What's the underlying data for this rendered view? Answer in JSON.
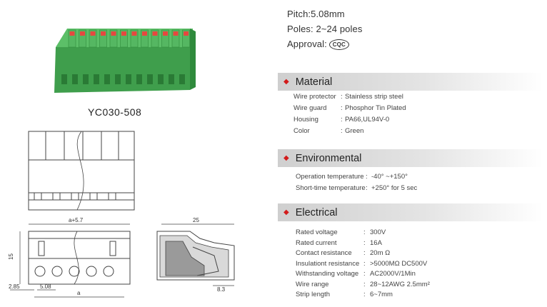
{
  "header_specs": {
    "pitch": "Pitch:5.08mm",
    "poles": "Poles: 2~24 poles",
    "approval": "Approval:",
    "approval_mark": "CQC"
  },
  "product_caption": "YC030-508",
  "drawing_labels": {
    "top_width": "a+5.7",
    "height": "15",
    "left_offset": "2.85",
    "pitch": "5.08",
    "bottom_width": "a",
    "side_width": "25",
    "side_depth": "8.3"
  },
  "sections": {
    "material": {
      "title": "Material",
      "rows": [
        {
          "key": "Wire protector",
          "sep": ":",
          "value": "Stainless strip steel"
        },
        {
          "key": "Wire  guard",
          "sep": ":",
          "value": "Phosphor Tin Plated"
        },
        {
          "key": "Housing",
          "sep": ":",
          "value": "PA66,UL94V-0"
        },
        {
          "key": "Color",
          "sep": ":",
          "value": "Green"
        }
      ]
    },
    "environmental": {
      "title": "Environmental",
      "rows": [
        {
          "key": "Operation  temperature",
          "sep": ":",
          "value": "-40°  ~+150°"
        },
        {
          "key": "Short-time  temperature",
          "sep": ":",
          "value": "+250° for 5 sec"
        }
      ]
    },
    "electrical": {
      "title": "Electrical",
      "rows": [
        {
          "key": "Rated  voltage",
          "sep": ":",
          "value": "300V"
        },
        {
          "key": "Rated  current",
          "sep": ":",
          "value": "16A"
        },
        {
          "key": "Contact  resistance",
          "sep": ":",
          "value": "20m Ω"
        },
        {
          "key": "Insulationt resistance",
          "sep": ":",
          "value": ">5000MΩ  DC500V"
        },
        {
          "key": "Withstanding  voltage",
          "sep": ":",
          "value": "AC2000V/1Min"
        },
        {
          "key": "Wire  range",
          "sep": ":",
          "value": "28~12AWG 2.5mm²"
        },
        {
          "key": "Strip  length",
          "sep": ":",
          "value": "6~7mm"
        }
      ]
    }
  },
  "colors": {
    "housing_green": "#4cae58",
    "lever_red": "#e5483f",
    "diamond_red": "#d21b1b"
  }
}
